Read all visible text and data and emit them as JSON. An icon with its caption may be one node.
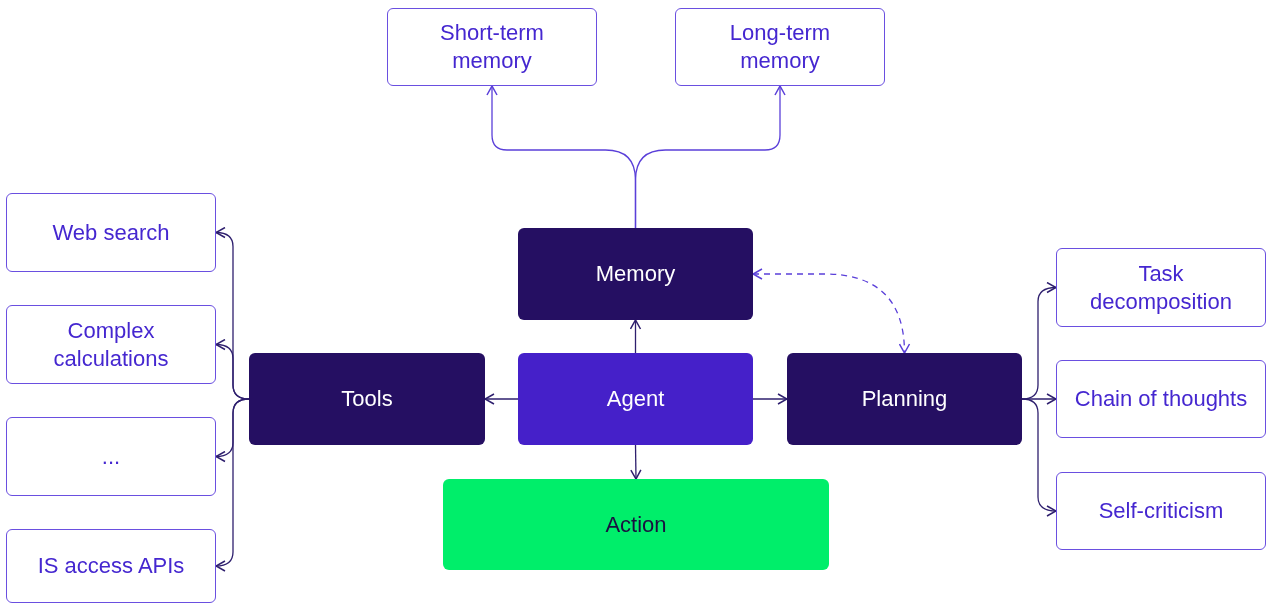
{
  "diagram": {
    "nodes": [
      {
        "text": [
          "Short-term memory"
        ]
      },
      {
        "text": [
          "Long-term memory"
        ]
      },
      {
        "text": [
          "Memory"
        ]
      },
      {
        "text": [
          "Web search"
        ]
      },
      {
        "text": [
          "Complex calculations"
        ]
      },
      {
        "text": [
          "..."
        ]
      },
      {
        "text": [
          "IS access APIs"
        ]
      },
      {
        "text": [
          "Tools"
        ]
      },
      {
        "text": [
          "Agent"
        ]
      },
      {
        "text": [
          "Planning"
        ]
      },
      {
        "text": [
          "Task decomposition"
        ]
      },
      {
        "text": [
          "Chain of thoughts"
        ]
      },
      {
        "text": [
          "Self-criticism"
        ]
      },
      {
        "text": [
          "Action"
        ]
      }
    ],
    "edges": [
      {
        "from": 2,
        "to": 0,
        "arrow": "to",
        "color": "#5a3fd9"
      },
      {
        "from": 2,
        "to": 1,
        "arrow": "to",
        "color": "#5a3fd9"
      },
      {
        "from": 2,
        "to": 9,
        "arrow": "both",
        "style": "dashed",
        "color": "#5a3fd9"
      },
      {
        "from": 8,
        "to": 2,
        "arrow": "to"
      },
      {
        "from": 8,
        "to": 7,
        "arrow": "to"
      },
      {
        "from": 8,
        "to": 9,
        "arrow": "to"
      },
      {
        "from": 8,
        "to": 13,
        "arrow": "to"
      },
      {
        "from": 7,
        "to": 3,
        "arrow": "to"
      },
      {
        "from": 7,
        "to": 4,
        "arrow": "to"
      },
      {
        "from": 7,
        "to": 5,
        "arrow": "to"
      },
      {
        "from": 7,
        "to": 6,
        "arrow": "to"
      },
      {
        "from": 9,
        "to": 10,
        "arrow": "to"
      },
      {
        "from": 9,
        "to": 11,
        "arrow": "to"
      },
      {
        "from": 9,
        "to": 12,
        "arrow": "to"
      }
    ]
  }
}
